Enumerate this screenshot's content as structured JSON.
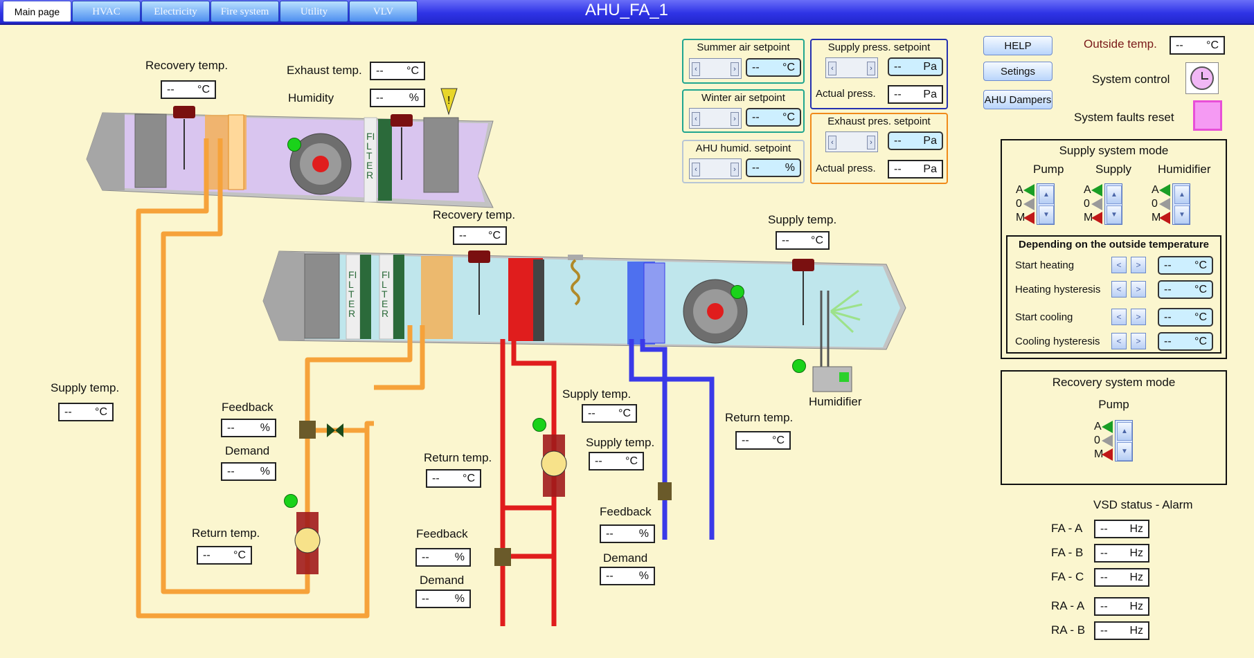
{
  "tabs": [
    "Main page",
    "HVAC",
    "Electricity",
    "Fire system",
    "Utility",
    "VLV"
  ],
  "title": "AHU_FA_1",
  "colors": {
    "header": "#2f34e6",
    "background": "#fbf6cf",
    "hot_pipe": "#e01d1d",
    "cold_pipe": "#3a3ae8",
    "recovery_pipe": "#f6a23a",
    "status_on": "#1ad21a"
  },
  "readings": {
    "exhaust_recovery_temp": {
      "label": "Recovery temp.",
      "value": "--",
      "unit": "°C"
    },
    "exhaust_temp": {
      "label": "Exhaust temp.",
      "value": "--",
      "unit": "°C"
    },
    "exhaust_humidity": {
      "label": "Humidity",
      "value": "--",
      "unit": "%"
    },
    "supply_recovery_temp": {
      "label": "Recovery temp.",
      "value": "--",
      "unit": "°C"
    },
    "supply_air_temp": {
      "label": "Supply temp.",
      "value": "--",
      "unit": "°C"
    },
    "recovery_supply_temp": {
      "label": "Supply temp.",
      "value": "--",
      "unit": "°C"
    },
    "recovery_feedback": {
      "label": "Feedback",
      "value": "--",
      "unit": "%"
    },
    "recovery_demand": {
      "label": "Demand",
      "value": "--",
      "unit": "%"
    },
    "recovery_return_temp": {
      "label": "Return temp.",
      "value": "--",
      "unit": "°C"
    },
    "heating_return_temp": {
      "label": "Return temp.",
      "value": "--",
      "unit": "°C"
    },
    "heating_supply_temp": {
      "label": "Supply temp.",
      "value": "--",
      "unit": "°C"
    },
    "heating_feedback": {
      "label": "Feedback",
      "value": "--",
      "unit": "%"
    },
    "heating_demand": {
      "label": "Demand",
      "value": "--",
      "unit": "%"
    },
    "cooling_supply_temp": {
      "label": "Supply temp.",
      "value": "--",
      "unit": "°C"
    },
    "cooling_return_temp": {
      "label": "Return temp.",
      "value": "--",
      "unit": "°C"
    },
    "cooling_feedback": {
      "label": "Feedback",
      "value": "--",
      "unit": "%"
    },
    "cooling_demand": {
      "label": "Demand",
      "value": "--",
      "unit": "%"
    },
    "humidifier_label": "Humidifier",
    "filter_text": "FILTER"
  },
  "setpoints": {
    "summer": {
      "title": "Summer air setpoint",
      "value": "--",
      "unit": "°C"
    },
    "winter": {
      "title": "Winter air setpoint",
      "value": "--",
      "unit": "°C"
    },
    "humid": {
      "title": "AHU humid. setpoint",
      "value": "--",
      "unit": "%"
    },
    "supply_press": {
      "title": "Supply press. setpoint",
      "value": "--",
      "unit": "Pa",
      "actual_label": "Actual press.",
      "actual_value": "--",
      "actual_unit": "Pa"
    },
    "exhaust_press": {
      "title": "Exhaust pres. setpoint",
      "value": "--",
      "unit": "Pa",
      "actual_label": "Actual press.",
      "actual_value": "--",
      "actual_unit": "Pa"
    }
  },
  "controls": {
    "help": "HELP",
    "settings": "Setings",
    "dampers": "AHU Dampers",
    "outside_temp_label": "Outside temp.",
    "outside_temp_value": "--",
    "outside_temp_unit": "°C",
    "system_control_label": "System control",
    "faults_reset_label": "System faults reset"
  },
  "supply_mode": {
    "title": "Supply system mode",
    "columns": [
      "Pump",
      "Supply",
      "Humidifier"
    ],
    "modes": [
      "A",
      "0",
      "M"
    ],
    "sub_title": "Depending on the outside temperature",
    "rows": [
      {
        "label": "Start heating",
        "value": "--",
        "unit": "°C"
      },
      {
        "label": "Heating hysteresis",
        "value": "--",
        "unit": "°C"
      },
      {
        "label": "Start cooling",
        "value": "--",
        "unit": "°C"
      },
      {
        "label": "Cooling hysteresis",
        "value": "--",
        "unit": "°C"
      }
    ]
  },
  "recovery_mode": {
    "title": "Recovery system mode",
    "pump": "Pump",
    "modes": [
      "A",
      "0",
      "M"
    ]
  },
  "vsd": {
    "title": "VSD status - Alarm",
    "items": [
      {
        "label": "FA - A",
        "value": "--",
        "unit": "Hz"
      },
      {
        "label": "FA - B",
        "value": "--",
        "unit": "Hz"
      },
      {
        "label": "FA - C",
        "value": "--",
        "unit": "Hz"
      },
      {
        "label": "RA - A",
        "value": "--",
        "unit": "Hz"
      },
      {
        "label": "RA - B",
        "value": "--",
        "unit": "Hz"
      }
    ]
  }
}
